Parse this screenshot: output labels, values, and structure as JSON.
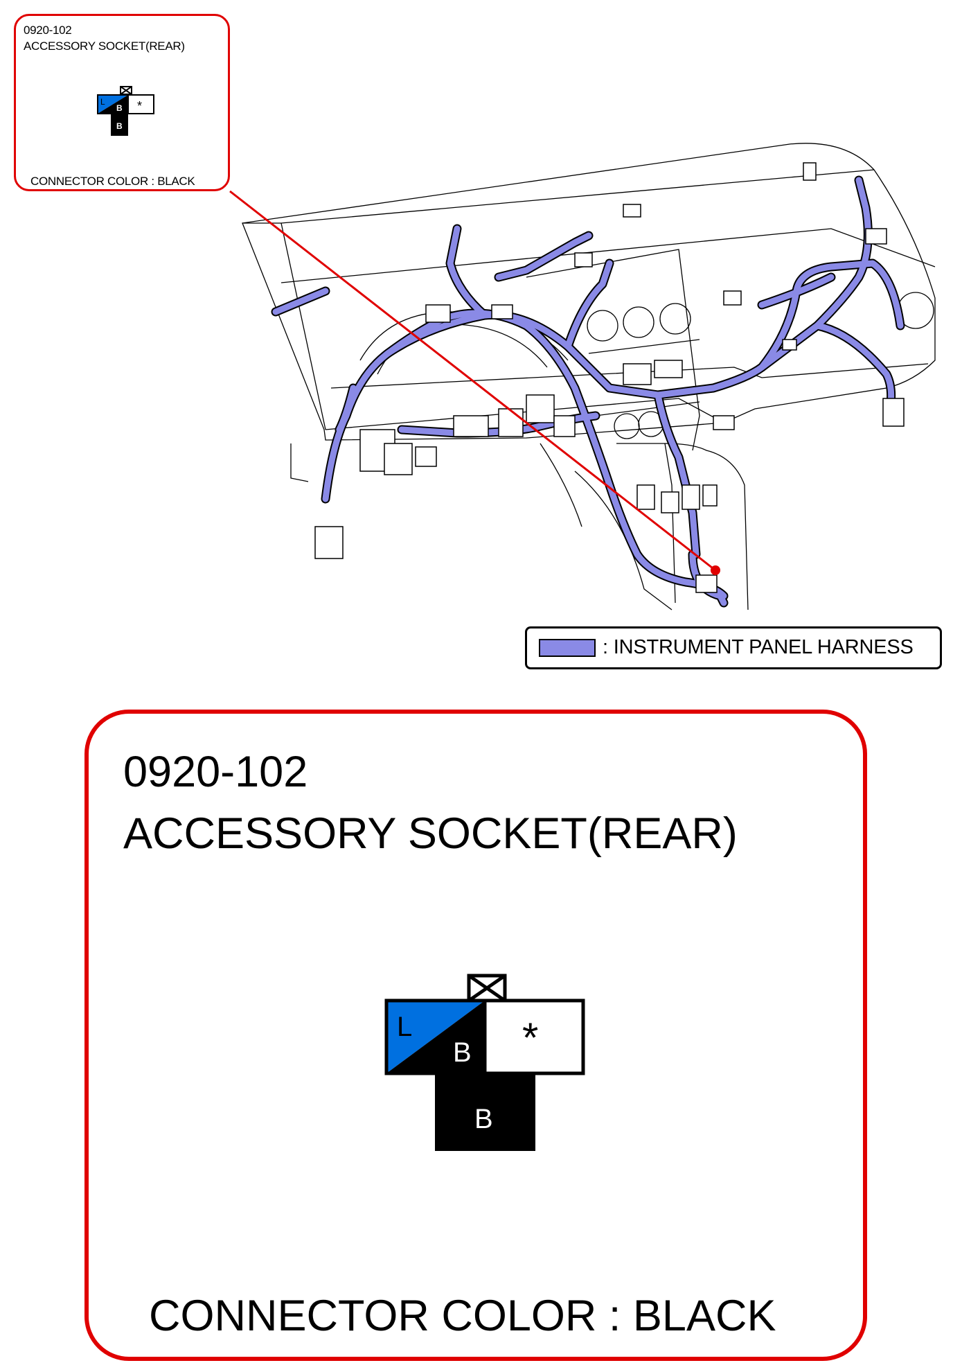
{
  "connector": {
    "code": "0920-102",
    "name": "ACCESSORY SOCKET(REAR)",
    "color_label": "CONNECTOR COLOR : BLACK",
    "pins": [
      {
        "label": "L",
        "color": "#0070e0"
      },
      {
        "label": "B",
        "color": "#000000"
      },
      {
        "label": "*",
        "color": "#ffffff"
      },
      {
        "label": "B",
        "color": "#000000"
      }
    ]
  },
  "legend": {
    "label": ": INSTRUMENT PANEL HARNESS",
    "harness_color": "#8a8ae6"
  },
  "colors": {
    "callout_border": "#e00000",
    "wire_blue": "#0070e0"
  }
}
